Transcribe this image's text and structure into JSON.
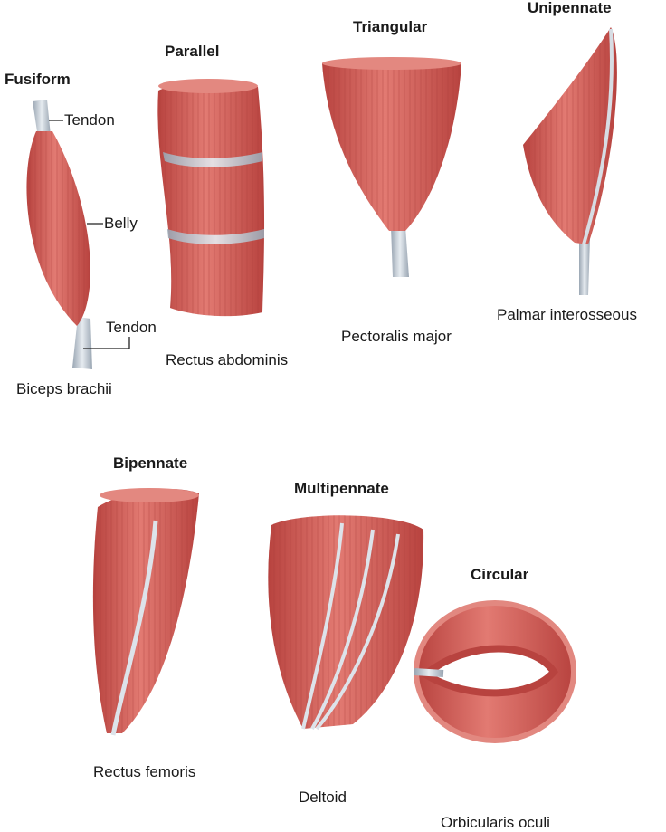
{
  "titles": {
    "fusiform": "Fusiform",
    "parallel": "Parallel",
    "triangular": "Triangular",
    "unipennate": "Unipennate",
    "bipennate": "Bipennate",
    "multipennate": "Multipennate",
    "circular": "Circular"
  },
  "parts": {
    "tendon_top": "Tendon",
    "belly": "Belly",
    "tendon_bottom": "Tendon"
  },
  "examples": {
    "fusiform": "Biceps brachii",
    "parallel": "Rectus abdominis",
    "triangular": "Pectoralis major",
    "unipennate": "Palmar interosseous",
    "bipennate": "Rectus femoris",
    "multipennate": "Deltoid",
    "circular": "Orbicularis oculi"
  },
  "colors": {
    "muscle": "#d9655e",
    "muscle_dark": "#b8433f",
    "tendon": "#c9d1da"
  }
}
